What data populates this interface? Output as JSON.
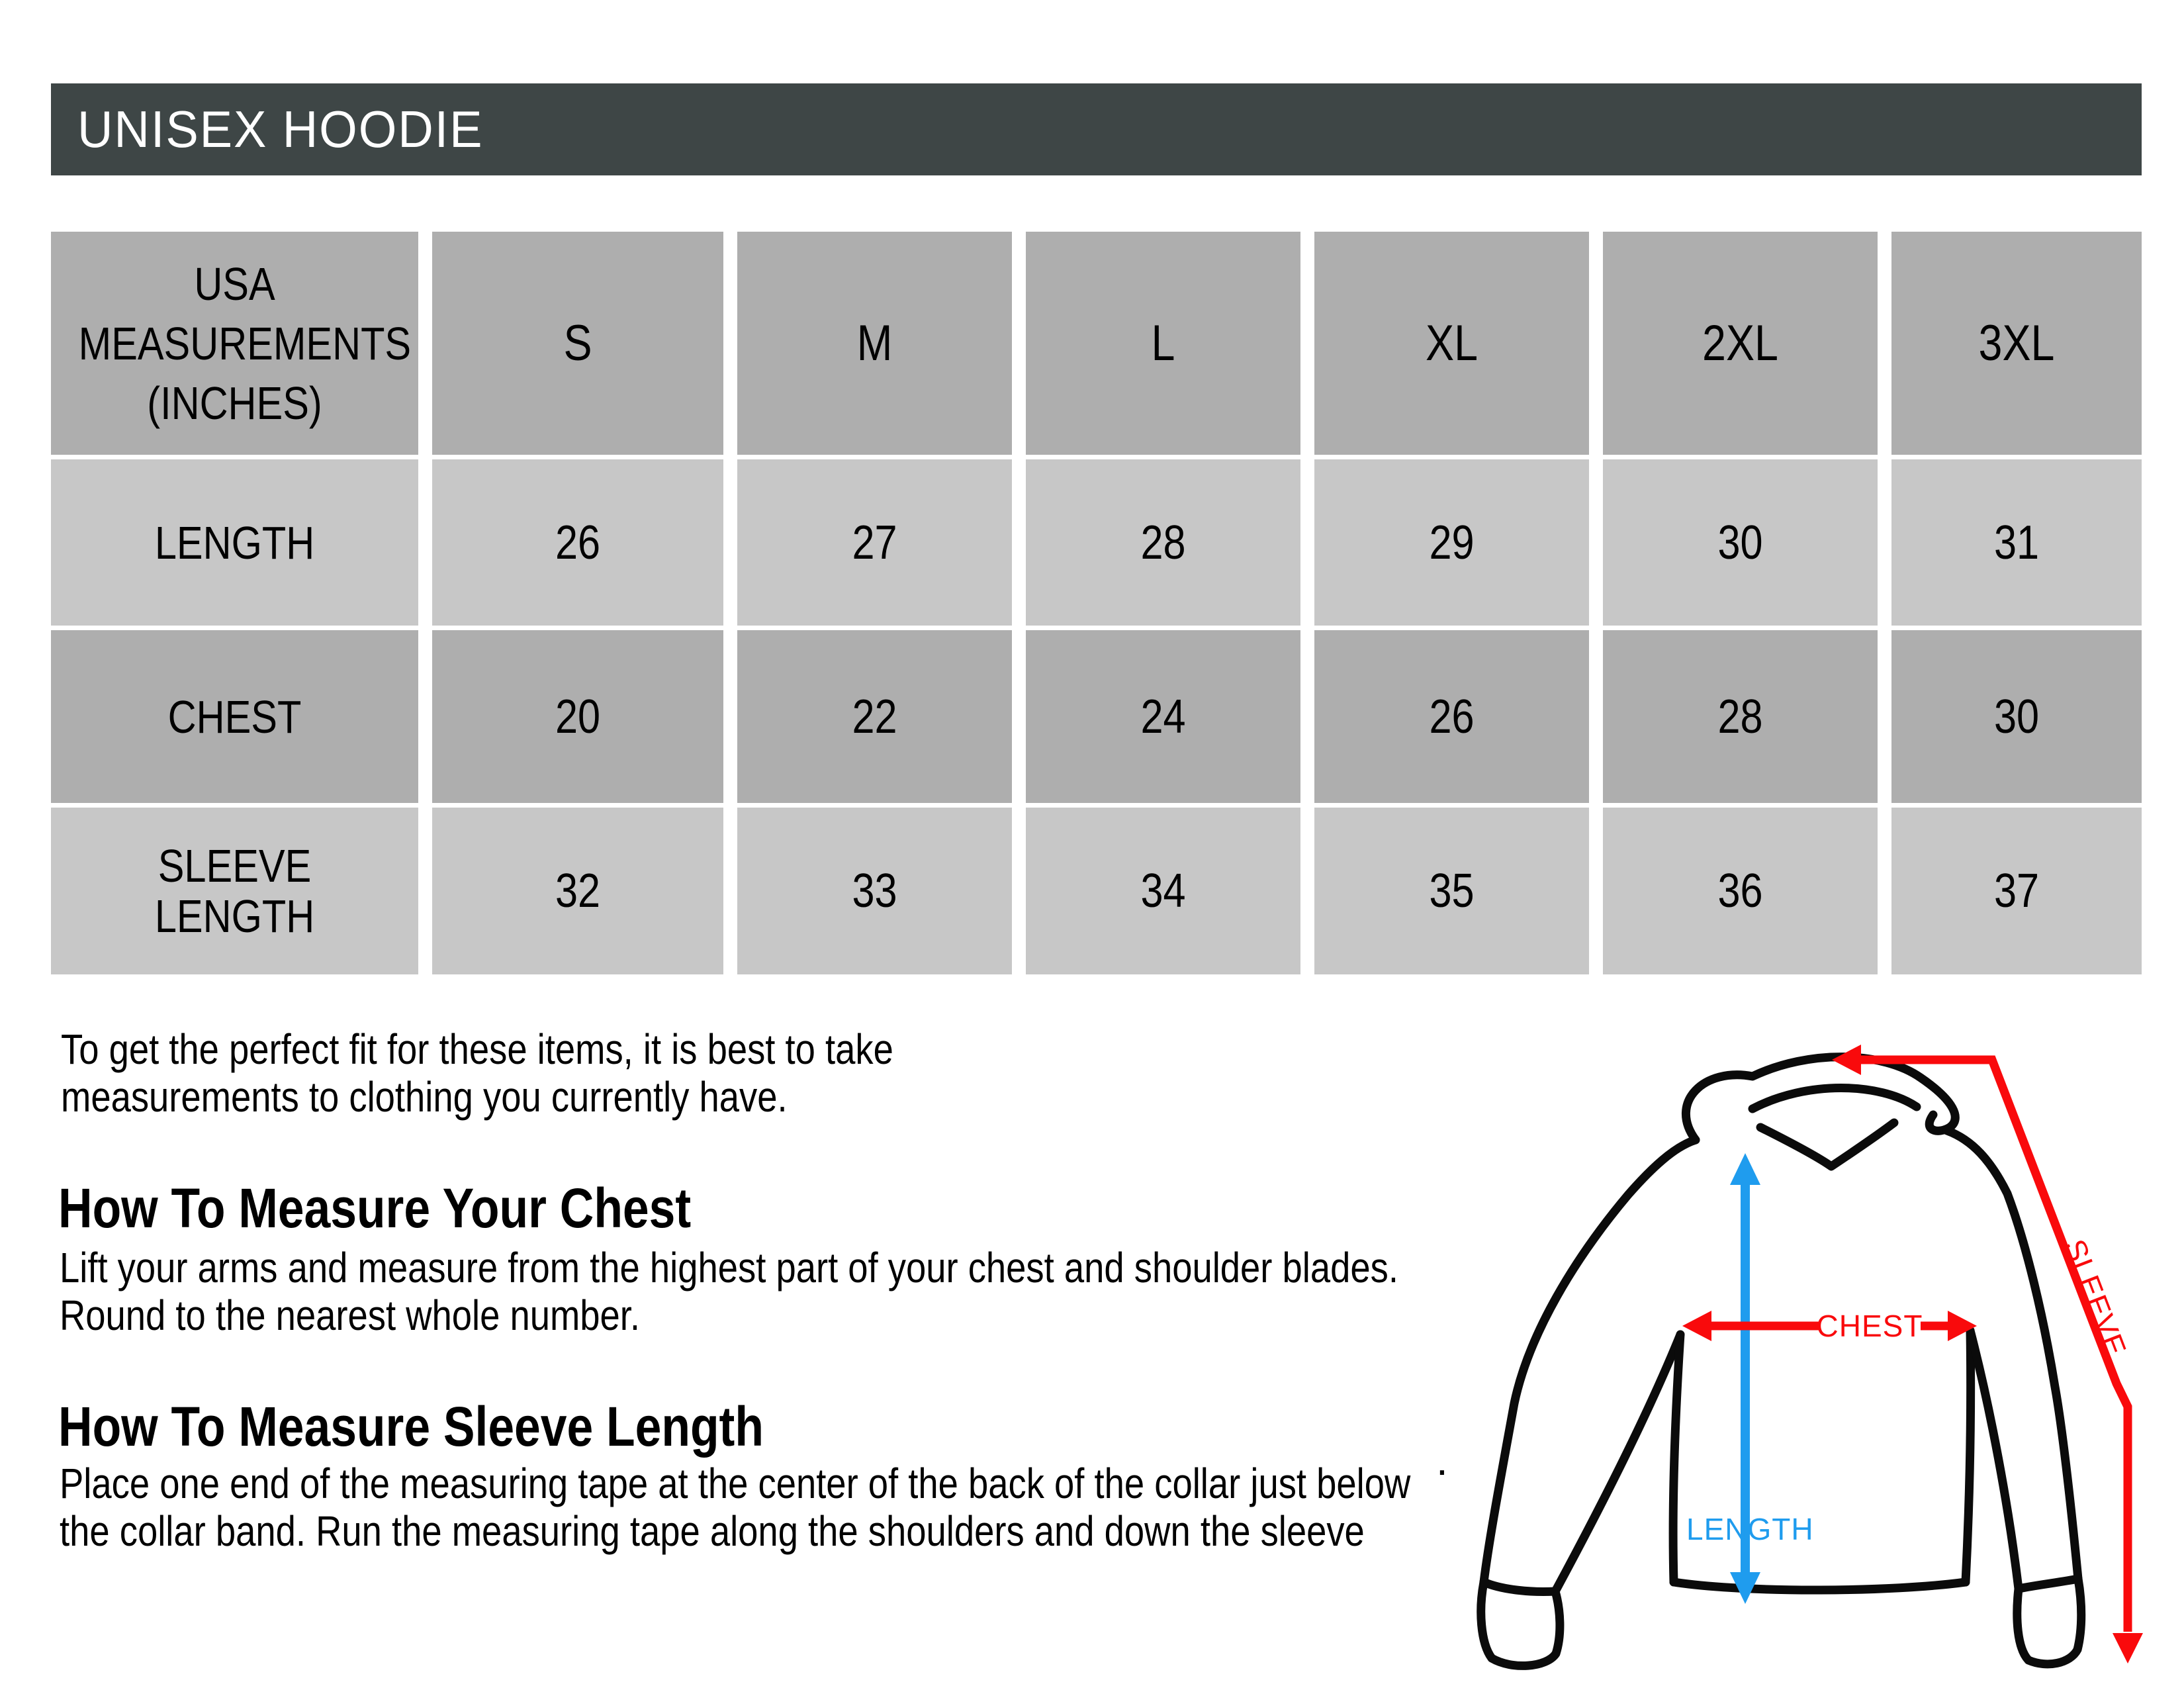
{
  "title": "UNISEX HOODIE",
  "table": {
    "corner": "USA\nMEASUREMENTS\n(INCHES)",
    "sizes": [
      "S",
      "M",
      "L",
      "XL",
      "2XL",
      "3XL"
    ],
    "rows": [
      {
        "label": "LENGTH",
        "values": [
          "26",
          "27",
          "28",
          "29",
          "30",
          "31"
        ]
      },
      {
        "label": "CHEST",
        "values": [
          "20",
          "22",
          "24",
          "26",
          "28",
          "30"
        ]
      },
      {
        "label": "SLEEVE\nLENGTH",
        "values": [
          "32",
          "33",
          "34",
          "35",
          "36",
          "37"
        ]
      }
    ]
  },
  "notes": {
    "intro": "To get the perfect fit for these items, it is best to take\nmeasurements to clothing you currently have.",
    "sections": [
      {
        "heading": "How To Measure Your Chest",
        "body": "Lift your arms and measure from the highest part of your chest and shoulder blades.\nRound to the nearest whole number."
      },
      {
        "heading": "How To Measure Sleeve Length",
        "body": "Place one end of the measuring tape at the center of the back of the collar just below\nthe collar band. Run the measuring tape along the shoulders and down the sleeve"
      }
    ]
  },
  "diagram": {
    "labels": {
      "chest": "CHEST",
      "length": "LENGTH",
      "sleeve": "SLEEVE"
    },
    "colors": {
      "red": "#F90A0C",
      "blue": "#1F9CEE",
      "outline": "#0B0B0B"
    }
  },
  "stray_dot": "."
}
